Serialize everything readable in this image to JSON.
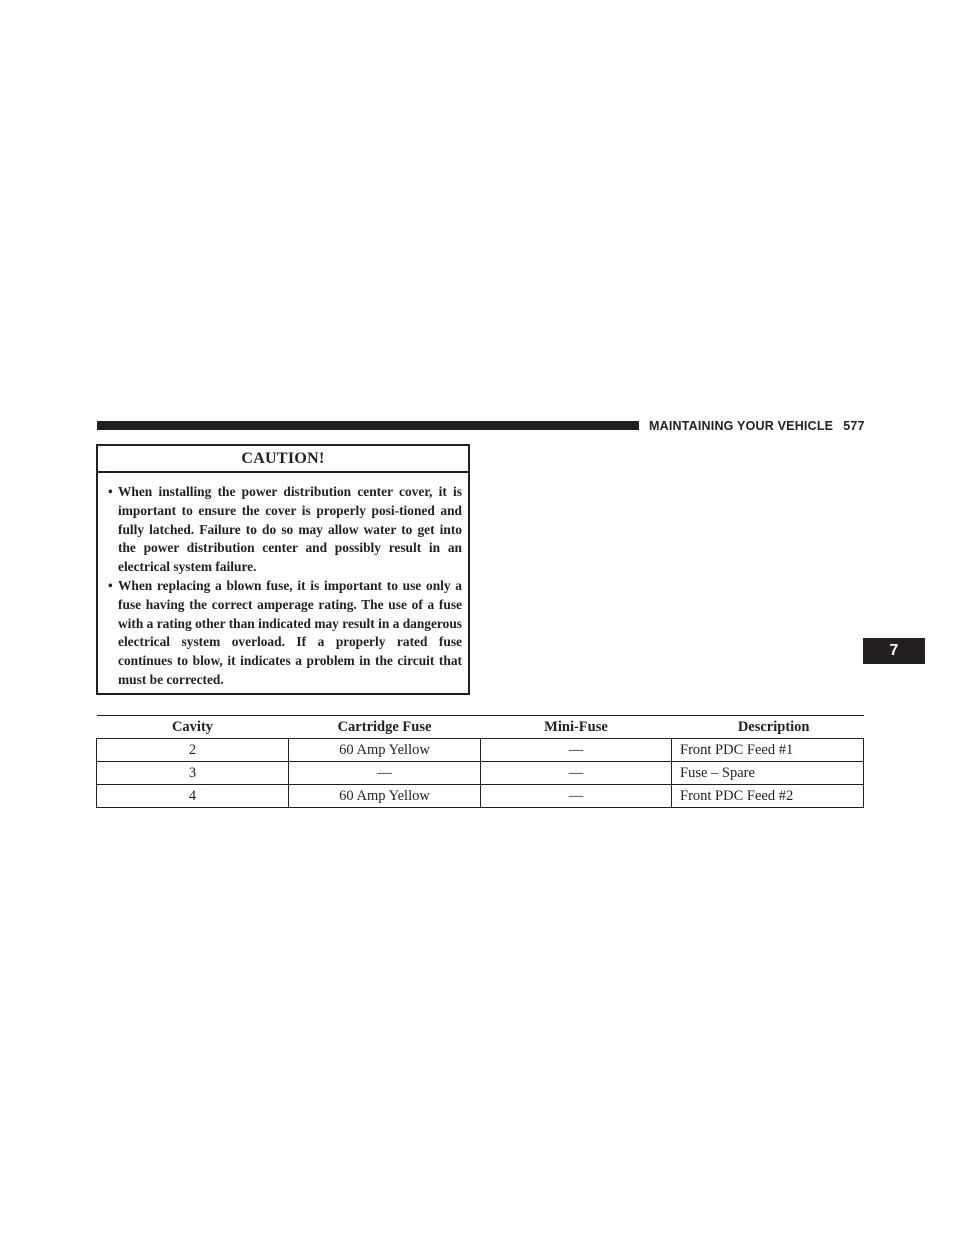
{
  "header": {
    "title": "MAINTAINING YOUR VEHICLE",
    "page_number": "577"
  },
  "caution": {
    "heading": "CAUTION!",
    "items": [
      "When installing the power distribution center cover, it is important to ensure the cover is properly posi-tioned and fully latched. Failure to do so may allow water to get into the power distribution center and possibly result in an electrical system failure.",
      "When replacing a blown fuse, it is important to use only a fuse having the correct amperage rating. The use of a fuse with a rating other than indicated may result in a dangerous electrical system overload. If a properly rated fuse continues to blow, it indicates a problem in the circuit that must be corrected."
    ]
  },
  "fuse_table": {
    "headers": [
      "Cavity",
      "Cartridge Fuse",
      "Mini-Fuse",
      "Description"
    ],
    "rows": [
      [
        "2",
        "60 Amp Yellow",
        "—",
        "Front PDC Feed #1"
      ],
      [
        "3",
        "—",
        "—",
        "Fuse – Spare"
      ],
      [
        "4",
        "60 Amp Yellow",
        "—",
        "Front PDC Feed #2"
      ]
    ]
  },
  "chapter_tab": "7"
}
